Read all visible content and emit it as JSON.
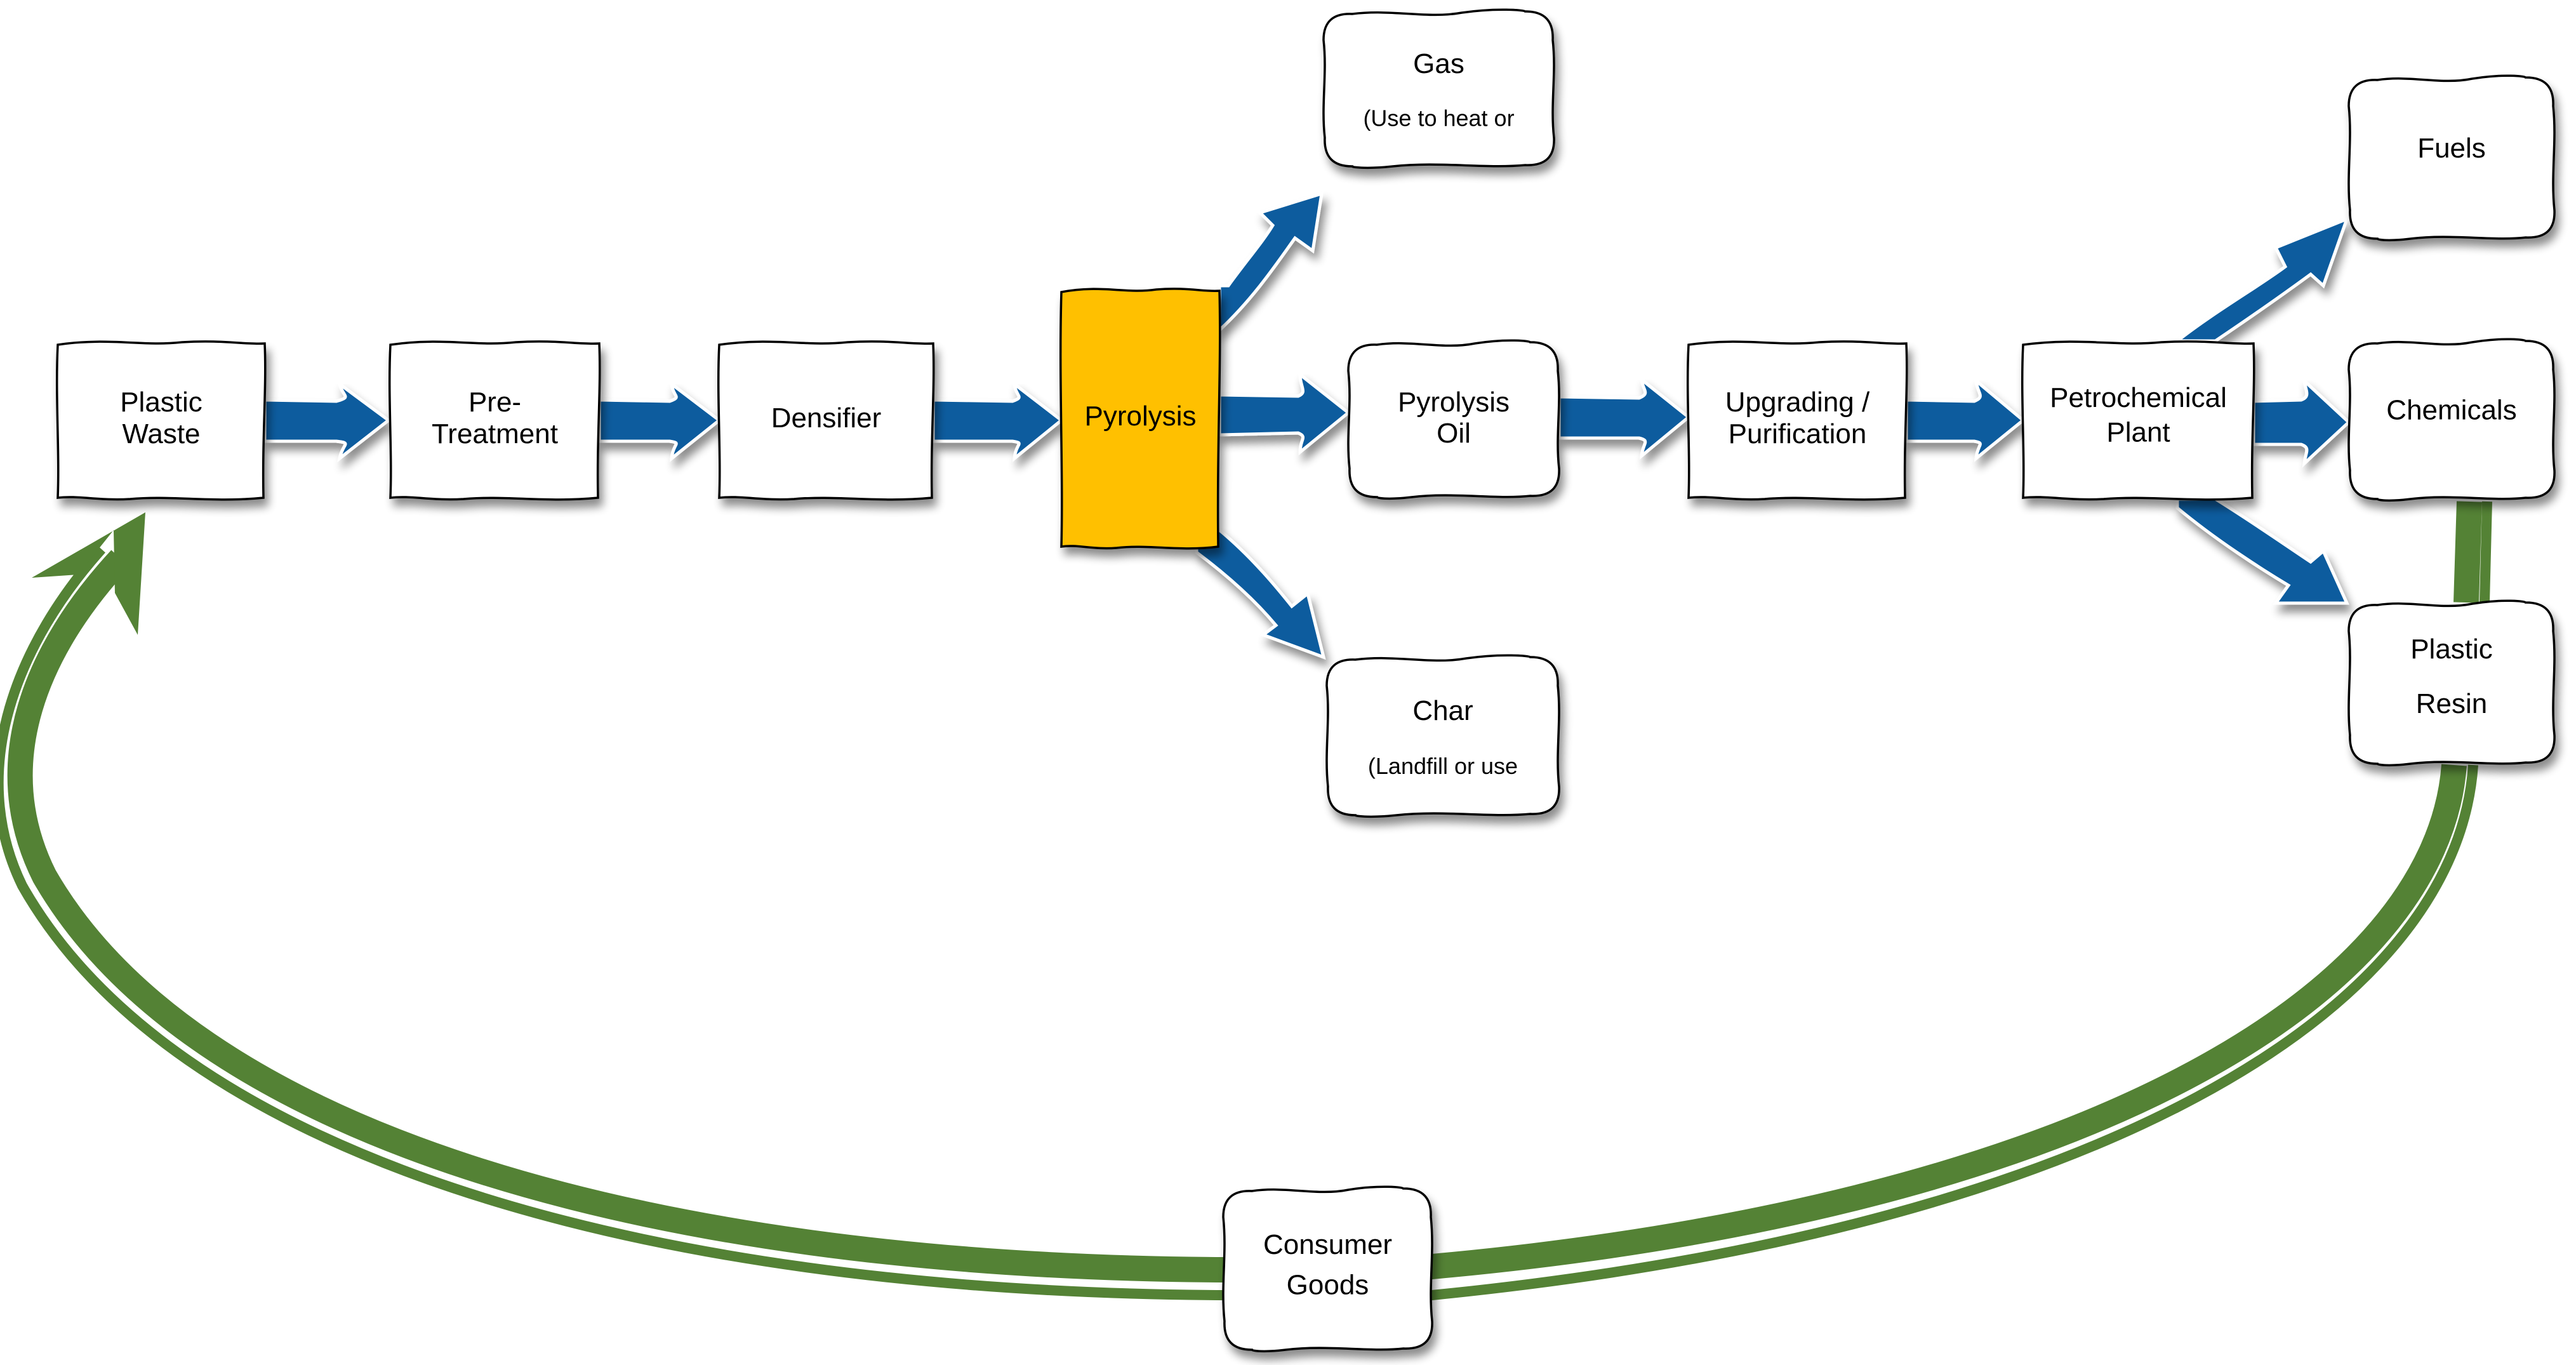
{
  "diagram": {
    "title": "",
    "colors": {
      "flow_arrow": "#0B5C9E",
      "recycle_arrow": "#548235",
      "highlight_box": "#FFC000",
      "box_fill": "#FFFFFF",
      "box_border": "#000000"
    },
    "nodes": {
      "plastic_waste": {
        "lines": [
          "Plastic",
          "Waste"
        ]
      },
      "pre_treatment": {
        "lines": [
          "Pre-",
          "Treatment"
        ]
      },
      "densifier": {
        "lines": [
          "Densifier"
        ]
      },
      "pyrolysis": {
        "lines": [
          "Pyrolysis"
        ],
        "highlighted": true
      },
      "gas": {
        "lines": [
          "Gas",
          "(Use to heat or"
        ]
      },
      "pyrolysis_oil": {
        "lines": [
          "Pyrolysis",
          "Oil"
        ]
      },
      "char": {
        "lines": [
          "Char",
          "(Landfill or use"
        ]
      },
      "upgrading": {
        "lines": [
          "Upgrading /",
          "Purification"
        ]
      },
      "petrochemical": {
        "lines": [
          "Petrochemical",
          "Plant"
        ]
      },
      "fuels": {
        "lines": [
          "Fuels"
        ]
      },
      "chemicals": {
        "lines": [
          "Chemicals"
        ]
      },
      "plastic_resin": {
        "lines": [
          "Plastic",
          "Resin"
        ]
      },
      "consumer_goods": {
        "lines": [
          "Consumer",
          "Goods"
        ]
      }
    },
    "edges": [
      {
        "from": "plastic_waste",
        "to": "pre_treatment",
        "style": "flow"
      },
      {
        "from": "pre_treatment",
        "to": "densifier",
        "style": "flow"
      },
      {
        "from": "densifier",
        "to": "pyrolysis",
        "style": "flow"
      },
      {
        "from": "pyrolysis",
        "to": "gas",
        "style": "flow"
      },
      {
        "from": "pyrolysis",
        "to": "pyrolysis_oil",
        "style": "flow"
      },
      {
        "from": "pyrolysis",
        "to": "char",
        "style": "flow"
      },
      {
        "from": "pyrolysis_oil",
        "to": "upgrading",
        "style": "flow"
      },
      {
        "from": "upgrading",
        "to": "petrochemical",
        "style": "flow"
      },
      {
        "from": "petrochemical",
        "to": "fuels",
        "style": "flow"
      },
      {
        "from": "petrochemical",
        "to": "chemicals",
        "style": "flow"
      },
      {
        "from": "petrochemical",
        "to": "plastic_resin",
        "style": "flow"
      },
      {
        "from": "plastic_resin",
        "to": "consumer_goods",
        "style": "recycle"
      },
      {
        "from": "consumer_goods",
        "to": "plastic_waste",
        "style": "recycle"
      }
    ]
  }
}
